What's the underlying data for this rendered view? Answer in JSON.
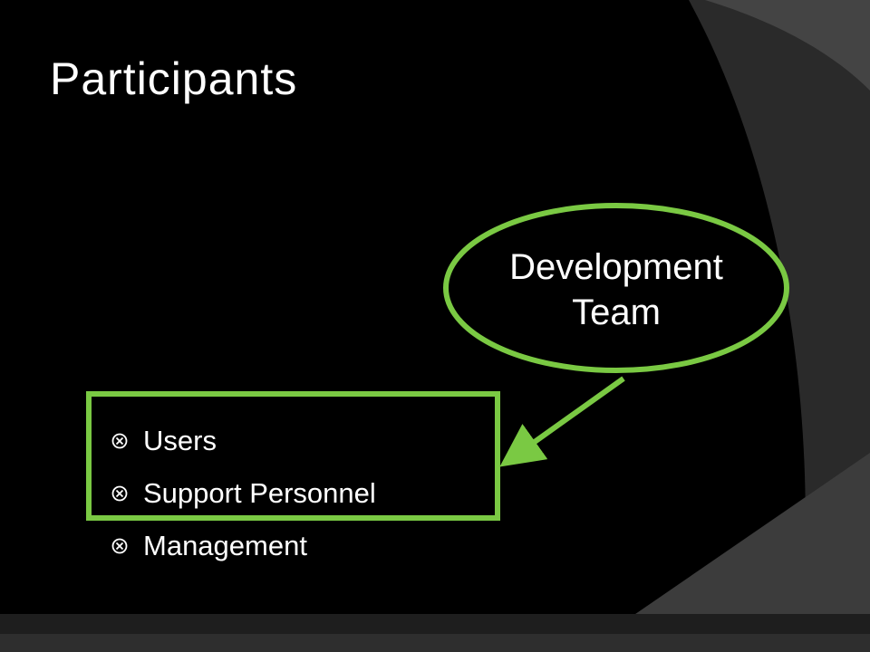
{
  "slide": {
    "title": "Participants",
    "callout": {
      "line1": "Development",
      "line2": "Team"
    },
    "items": [
      {
        "label": "Users"
      },
      {
        "label": "Support Personnel"
      },
      {
        "label": "Management"
      }
    ]
  },
  "colors": {
    "background": "#000000",
    "panel": "#3a3a3a",
    "accent": "#7ac943",
    "text": "#ffffff"
  },
  "icons": {
    "bullet": "circled-x-bullet-icon"
  }
}
